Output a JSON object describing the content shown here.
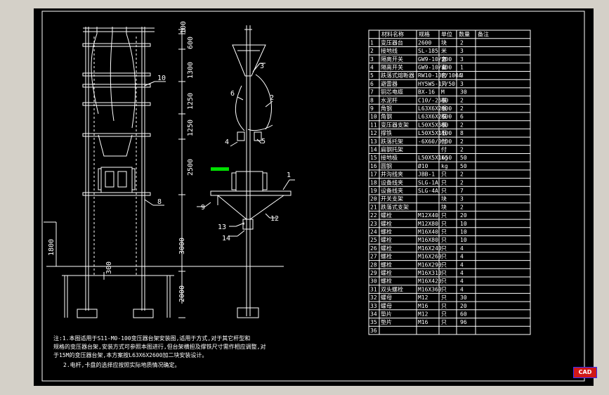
{
  "dimensions_left": [
    "100",
    "600",
    "1300",
    "1250",
    "1250",
    "2500",
    "3000",
    "2000",
    "1800",
    "300"
  ],
  "callouts": [
    "10",
    "8",
    "3",
    "2",
    "6",
    "4",
    "5",
    "1",
    "9",
    "12",
    "13",
    "14"
  ],
  "table": {
    "headers": [
      "材料名称",
      "规格",
      "单位",
      "数量",
      "备注"
    ],
    "rows": [
      [
        "1",
        "变压器台",
        "2600",
        "块",
        "2"
      ],
      [
        "2",
        "接地线",
        "SL-185",
        "米",
        "3"
      ],
      [
        "3",
        "隔离开关",
        "GW9-10/200",
        "套",
        "3"
      ],
      [
        "4",
        "隔离开关",
        "GW9-10/400",
        "套",
        "1"
      ],
      [
        "5",
        "跌落式熔断器",
        "RW10-10F/100A",
        "套",
        "3"
      ],
      [
        "6",
        "避雷器",
        "HY5WS-17/50",
        "只",
        "3"
      ],
      [
        "7",
        "铜芯电缆",
        "BX-16",
        "M",
        "30"
      ],
      [
        "8",
        "水泥杆",
        "C10/-2600",
        "根",
        "2"
      ],
      [
        "9",
        "角钢",
        "L63X6X2000",
        "根",
        "2"
      ],
      [
        "10",
        "角钢",
        "L63X6X2600",
        "根",
        "6"
      ],
      [
        "11",
        "变压器支架",
        "L50X5X600",
        "根",
        "2"
      ],
      [
        "12",
        "撑铁",
        "L50X5X1100",
        "根",
        "8"
      ],
      [
        "13",
        "跌落托架",
        "-6X60/0300",
        "付",
        "2"
      ],
      [
        "14",
        "扁钢托架",
        "",
        "付",
        "2"
      ],
      [
        "15",
        "接地极",
        "L50X5X1650",
        "kg",
        "50"
      ],
      [
        "16",
        "圆钢",
        "Ø10",
        "kg",
        "50"
      ],
      [
        "17",
        "并沟线夹",
        "JBB-1",
        "只",
        "2"
      ],
      [
        "18",
        "设备线夹",
        "SLG-1A",
        "只",
        "2"
      ],
      [
        "19",
        "设备线夹",
        "SLG-4A",
        "只",
        "7"
      ],
      [
        "20",
        "开关支架",
        "",
        "块",
        "3"
      ],
      [
        "21",
        "跌落式支架",
        "",
        "块",
        "2"
      ],
      [
        "22",
        "螺栓",
        "M12X40",
        "只",
        "20"
      ],
      [
        "23",
        "螺栓",
        "M12X80",
        "只",
        "10"
      ],
      [
        "24",
        "螺栓",
        "M16X40",
        "只",
        "10"
      ],
      [
        "25",
        "螺栓",
        "M16X80",
        "只",
        "10"
      ],
      [
        "26",
        "螺栓",
        "M16X240",
        "只",
        "4"
      ],
      [
        "27",
        "螺栓",
        "M16X260",
        "只",
        "4"
      ],
      [
        "28",
        "螺栓",
        "M16X290",
        "只",
        "4"
      ],
      [
        "29",
        "螺栓",
        "M16X310",
        "只",
        "4"
      ],
      [
        "30",
        "螺栓",
        "M16X420",
        "只",
        "4"
      ],
      [
        "31",
        "双头螺栓",
        "M16X360",
        "只",
        "4"
      ],
      [
        "32",
        "螺母",
        "M12",
        "只",
        "30"
      ],
      [
        "33",
        "螺母",
        "M16",
        "只",
        "20"
      ],
      [
        "34",
        "垫片",
        "M12",
        "只",
        "60"
      ],
      [
        "35",
        "垫片",
        "M16",
        "只",
        "96"
      ],
      [
        "36",
        "",
        "",
        "",
        ""
      ]
    ]
  },
  "notes": [
    "注:1.本图适用于S11-M0-100变压器台架安装图,适用于方式,对于其它杆型和",
    "规格的变压器台架,安装方式可参照本图进行,但台架横担及撑铁尺寸需作相应调整,对",
    "于15M的变压器台架,本方案按L63X6X2600加二块安装设计。",
    "2.电杆,卡盘的选择应按照实际地质情况确定。"
  ],
  "logo": "CAD"
}
